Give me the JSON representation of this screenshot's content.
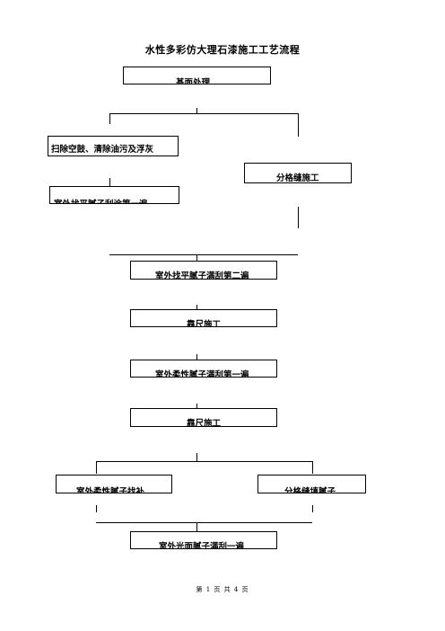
{
  "document": {
    "title": "水性多彩仿大理石漆施工工艺流程",
    "footer": "第 1 页 共 4 页"
  },
  "flow": {
    "base_treatment": "基面处理",
    "cleaning": "扫除空鼓、清除油污及浮灰",
    "joint_construction": "分格缝施工",
    "leveling_first": "室外找平腻子刮涂第一遍",
    "leveling_second": "室外找平腻子满刮第二遍",
    "ruler_1": "靠尺施工",
    "flexible_first": "室外柔性腻子满刮第一遍",
    "ruler_2": "靠尺施工",
    "flexible_patch": "室外柔性腻子找补",
    "joint_filling": "分格缝填腻子",
    "glossy_first": "室外光面腻子满刮一遍"
  }
}
